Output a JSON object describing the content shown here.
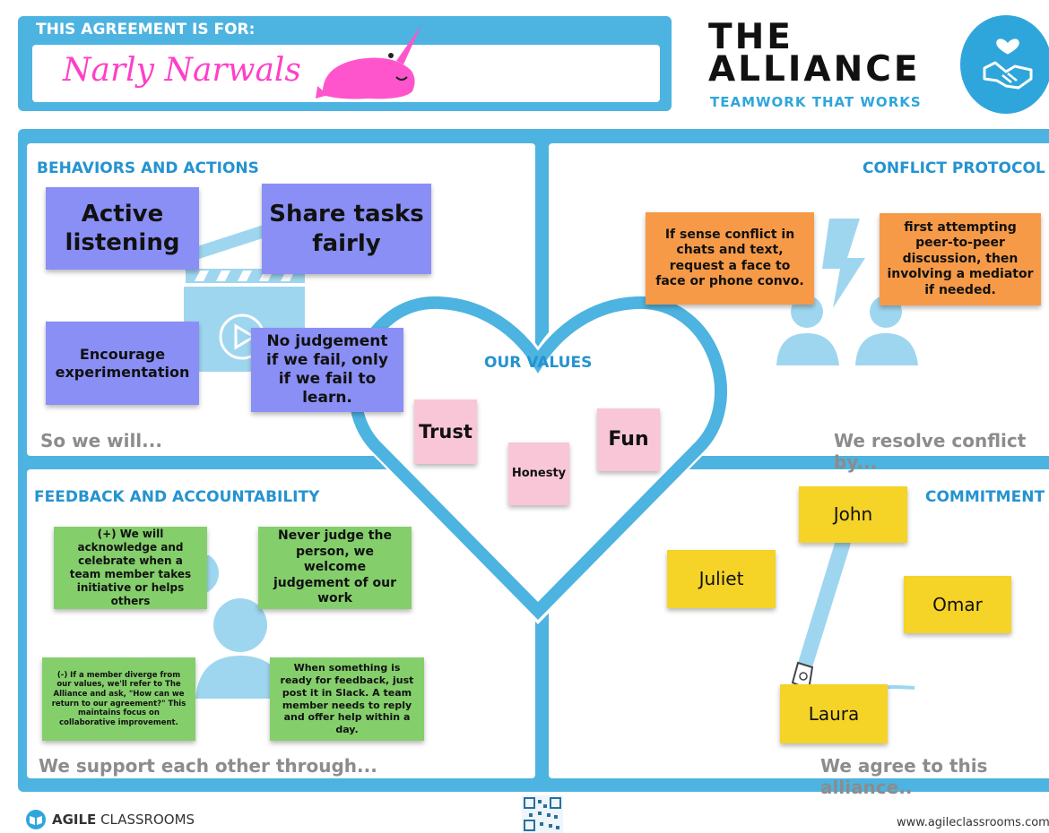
{
  "header": {
    "label": "THIS AGREEMENT IS FOR:",
    "team_name": "Narly Narwals"
  },
  "brand": {
    "title_line1": "THE",
    "title_line2": "ALLIANCE",
    "subtitle": "TEAMWORK THAT WORKS"
  },
  "center": {
    "label": "OUR VALUES",
    "values": [
      "Trust",
      "Honesty",
      "Fun"
    ]
  },
  "behaviors": {
    "title": "BEHAVIORS AND ACTIONS",
    "footer": "So we will...",
    "notes": [
      "Active listening",
      "Share tasks fairly",
      "Encourage experimentation",
      "No judgement if we fail, only if we fail to learn."
    ]
  },
  "conflict": {
    "title": "CONFLICT PROTOCOL",
    "footer": "We resolve conflict by...",
    "notes": [
      "If sense conflict in chats and text, request a face to face or phone convo.",
      "first attempting peer-to-peer discussion, then involving a mediator if needed."
    ]
  },
  "feedback": {
    "title": "FEEDBACK AND ACCOUNTABILITY",
    "footer": "We support each other through...",
    "notes": [
      "(+) We will acknowledge and celebrate when a team member takes initiative or helps others",
      "Never judge the person, we welcome judgement of our work",
      "(-) If a  member diverge from our values, we'll refer to The Alliance and ask, \"How can we return to our agreement?\" This maintains focus on collaborative improvement.",
      "When something is ready for feedback, just post it in Slack.  A team member needs to reply and offer help within a day."
    ]
  },
  "commitment": {
    "title": "COMMITMENT",
    "footer": "We  agree to this alliance..",
    "names": [
      "John",
      "Juliet",
      "Omar",
      "Laura"
    ]
  },
  "footer": {
    "brand_bold": "AGILE",
    "brand_rest": " CLASSROOMS",
    "url": "www.agileclassrooms.com"
  },
  "colors": {
    "frame_blue": "#4db3e0",
    "title_blue": "#2593d0",
    "team_pink": "#ff3fc8",
    "behavior_note": "#8a8ff5",
    "conflict_note": "#f69a47",
    "feedback_note": "#84cf6b",
    "value_note": "#f9c6d7",
    "commitment_note": "#f5d327",
    "illustration": "#9fd6ef"
  },
  "icons": [
    "narwhal-icon",
    "handshake-heart-icon",
    "clapperboard-icon",
    "lightning-icon",
    "people-icon",
    "pen-icon",
    "book-icon",
    "qr-code-icon"
  ]
}
